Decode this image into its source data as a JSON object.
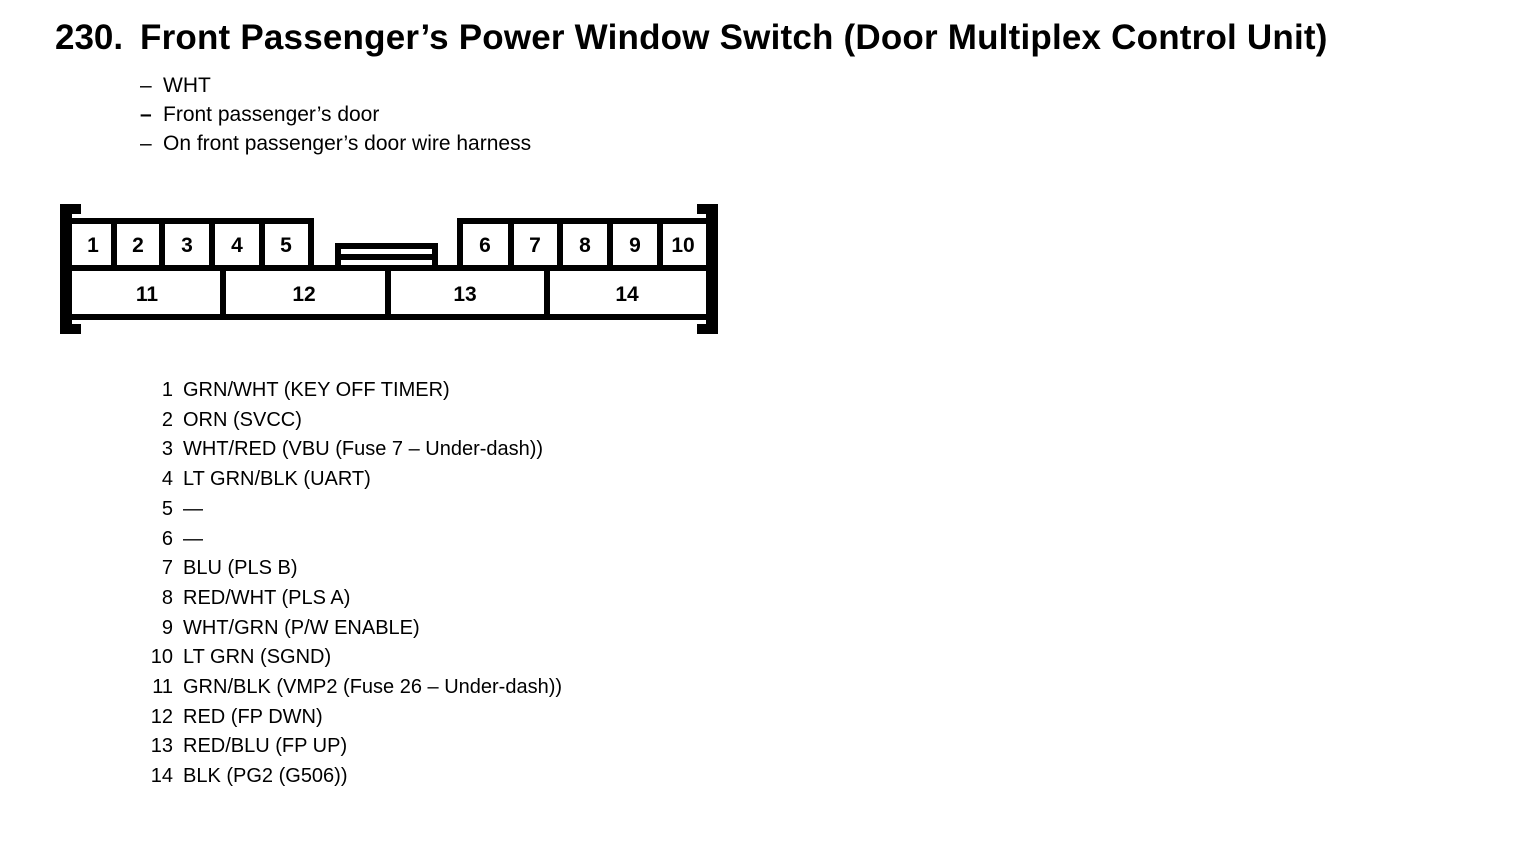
{
  "header": {
    "number": "230.",
    "title": "Front Passenger’s Power Window Switch (Door Multiplex Control Unit)",
    "notes": [
      {
        "dash": "–",
        "text": "WHT"
      },
      {
        "dash": "–",
        "text": "Front passenger’s door"
      },
      {
        "dash": "–",
        "text": "On front passenger’s door wire harness"
      }
    ]
  },
  "connector": {
    "top_pins": [
      "1",
      "2",
      "3",
      "4",
      "5",
      "6",
      "7",
      "8",
      "9",
      "10"
    ],
    "bottom_pins": [
      "11",
      "12",
      "13",
      "14"
    ]
  },
  "pinout": [
    {
      "pin": "1",
      "desc": "GRN/WHT (KEY OFF TIMER)"
    },
    {
      "pin": "2",
      "desc": "ORN (SVCC)"
    },
    {
      "pin": "3",
      "desc": "WHT/RED (VBU (Fuse 7 – Under-dash))"
    },
    {
      "pin": "4",
      "desc": "LT GRN/BLK (UART)"
    },
    {
      "pin": "5",
      "desc": "—"
    },
    {
      "pin": "6",
      "desc": "—"
    },
    {
      "pin": "7",
      "desc": "BLU (PLS B)"
    },
    {
      "pin": "8",
      "desc": "RED/WHT (PLS A)"
    },
    {
      "pin": "9",
      "desc": "WHT/GRN (P/W ENABLE)"
    },
    {
      "pin": "10",
      "desc": "LT GRN (SGND)"
    },
    {
      "pin": "11",
      "desc": "GRN/BLK (VMP2 (Fuse 26 – Under-dash))"
    },
    {
      "pin": "12",
      "desc": "RED (FP DWN)"
    },
    {
      "pin": "13",
      "desc": "RED/BLU (FP UP)"
    },
    {
      "pin": "14",
      "desc": "BLK (PG2 (G506))"
    }
  ]
}
